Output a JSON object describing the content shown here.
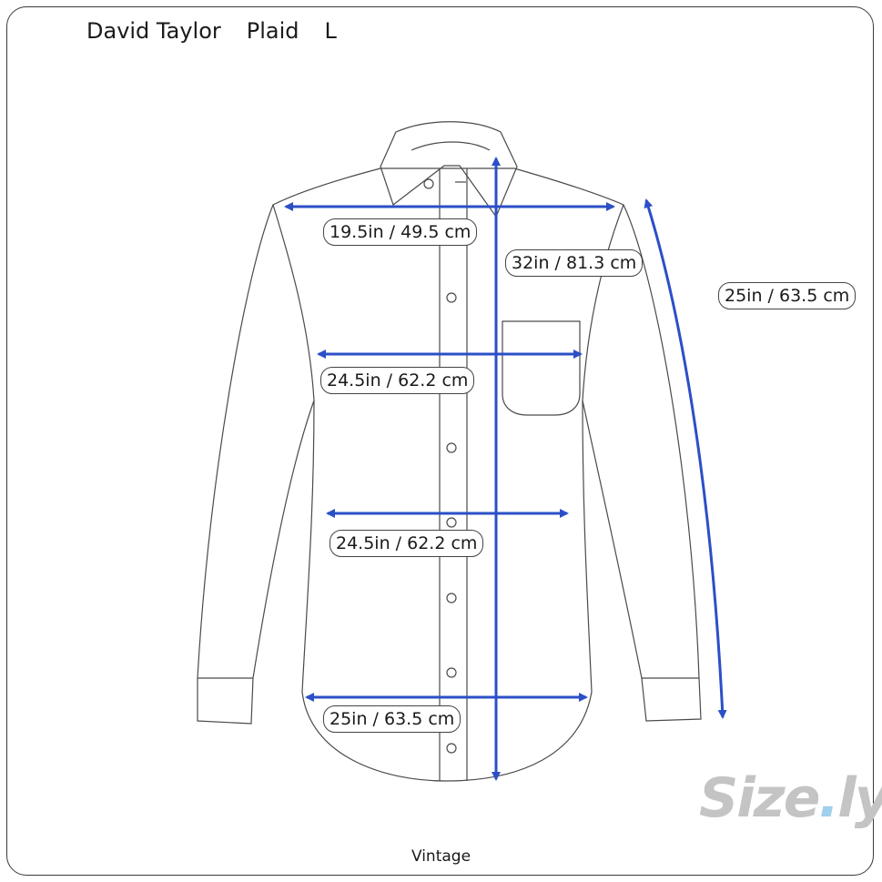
{
  "header": {
    "brand": "David Taylor",
    "pattern": "Plaid",
    "size": "L"
  },
  "measurements": {
    "shoulder": "19.5in / 49.5 cm",
    "length": "32in / 81.3 cm",
    "sleeve": "25in / 63.5 cm",
    "chest": "24.5in / 62.2 cm",
    "waist": "24.5in / 62.2 cm",
    "hem": "25in / 63.5 cm"
  },
  "footer": {
    "note": "Vintage"
  },
  "logo": {
    "text_main": "Size",
    "text_dot": ".",
    "text_tail": "ly"
  },
  "colors": {
    "arrow": "#2b4fc7",
    "outline": "#4a4a4a",
    "border": "#3a3a3a",
    "logo": "#c4c4c4"
  }
}
